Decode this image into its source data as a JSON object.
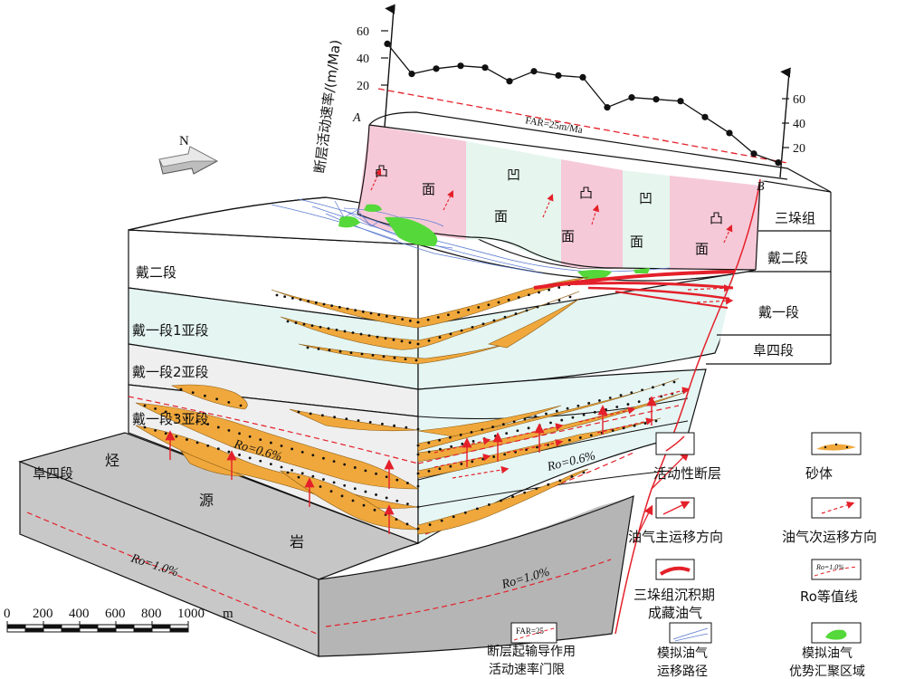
{
  "compass": {
    "label": "N"
  },
  "rate_chart": {
    "axis_label": "断层活动速率/(m/Ma)",
    "ticks_a": [
      "60",
      "40",
      "20"
    ],
    "ticks_b": [
      "60",
      "40",
      "20"
    ],
    "label_a": "A",
    "label_b": "B",
    "threshold_label": "FAR=25m/Ma",
    "series": [
      52,
      30,
      38,
      44,
      46,
      38,
      50,
      50,
      52,
      30,
      42,
      44,
      46,
      36,
      26,
      12,
      8
    ]
  },
  "top_face_labels": {
    "convex": "凸",
    "concave": "凹",
    "face": "面"
  },
  "right_formations": [
    "三垛组",
    "戴二段",
    "戴一段",
    "阜四段"
  ],
  "front_formations": [
    "戴二段",
    "戴一段1亚段",
    "戴一段2亚段",
    "戴一段3亚段",
    "阜四段"
  ],
  "source_rock": [
    "烃",
    "源",
    "岩"
  ],
  "ro_labels": {
    "front_06": "Ro=0.6%",
    "right_06": "Ro=0.6%",
    "front_10": "Ro=1.0%",
    "right_10": "Ro=1.0%"
  },
  "scale_bar": {
    "ticks": [
      "0",
      "200",
      "400",
      "600",
      "800",
      "1000"
    ],
    "unit": "m"
  },
  "legend": {
    "active_fault": "活动性断层",
    "sand_body": "砂体",
    "primary_migration": "油气主运移方向",
    "secondary_migration": "油气次运移方向",
    "sanduo_accumulation_1": "三垛组沉积期",
    "sanduo_accumulation_2": "成藏油气",
    "ro_contour_sample": "Ro=1.0%",
    "ro_contour": "Ro等值线",
    "far_sample": "FAR=25",
    "far_label_1": "断层起输导作用",
    "far_label_2": "活动速率门限",
    "sim_path_1": "模拟油气",
    "sim_path_2": "运移路径",
    "sim_area_1": "模拟油气",
    "sim_area_2": "优势汇聚区域"
  },
  "colors": {
    "pink": "#f6c9d8",
    "mint": "#e8f7f0",
    "cyan_band": "#e6f6f4",
    "grey_band": "#efefef",
    "source_grey": "#c8c8c8",
    "sand": "#f0a83c",
    "fault_red": "#e4202a",
    "green": "#55d83a",
    "blue": "#5a7ad0"
  }
}
